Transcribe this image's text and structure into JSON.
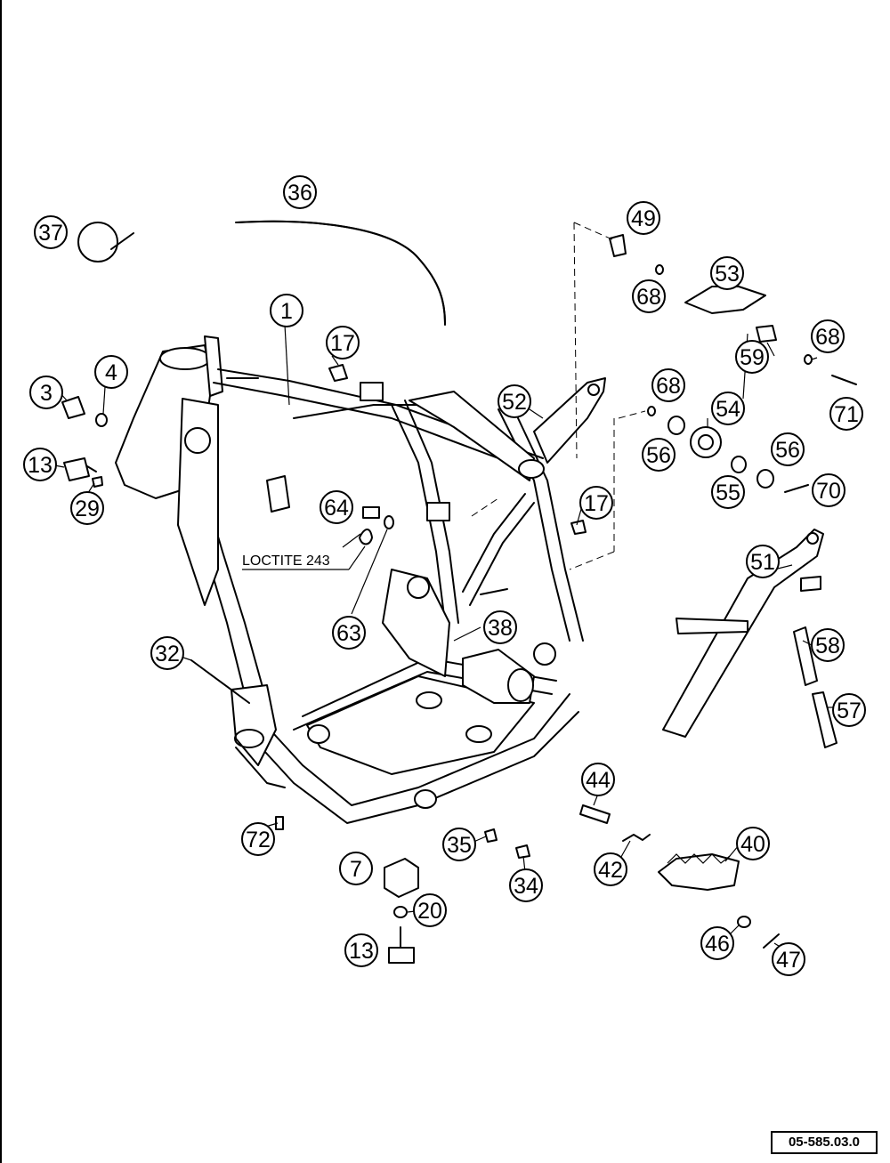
{
  "drawing": {
    "number": "05-585.03.0",
    "note": "LOCTITE 243",
    "callouts": [
      "1",
      "3",
      "4",
      "7",
      "13",
      "13",
      "17",
      "17",
      "20",
      "29",
      "32",
      "34",
      "35",
      "36",
      "37",
      "38",
      "40",
      "42",
      "44",
      "46",
      "47",
      "49",
      "51",
      "52",
      "53",
      "54",
      "55",
      "56",
      "56",
      "57",
      "58",
      "59",
      "63",
      "64",
      "68",
      "68",
      "68",
      "70",
      "71",
      "72"
    ]
  }
}
